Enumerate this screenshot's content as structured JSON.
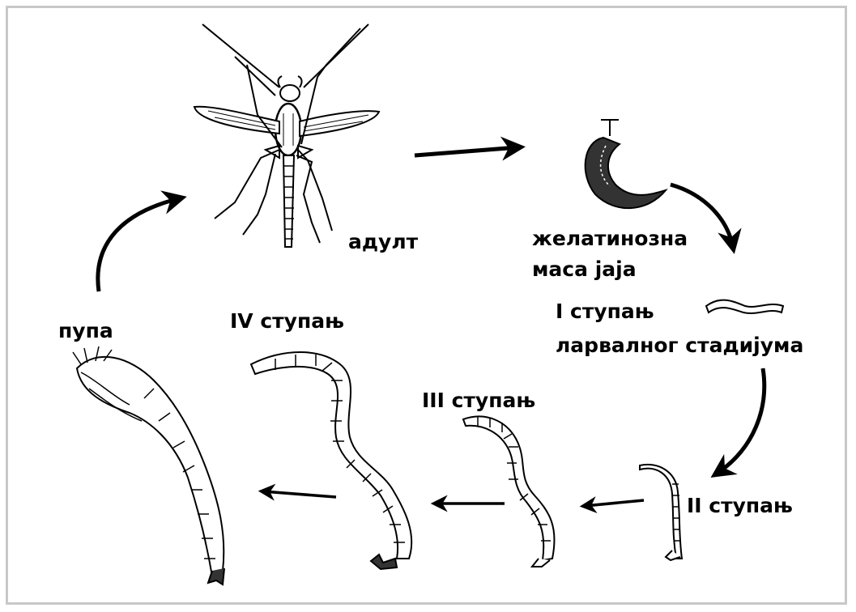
{
  "diagram": {
    "stages": {
      "adult": "адулт",
      "egg_line1": "желатинозна",
      "egg_line2": "маса јаја",
      "larva1_line1": "I ступањ",
      "larva1_line2": "ларвалног стадијума",
      "larva2": "II ступањ",
      "larva3": "III ступањ",
      "larva4": "IV ступањ",
      "pupa": "пупа"
    },
    "colors": {
      "ink": "#000000",
      "frame": "#c8c8c8"
    }
  }
}
